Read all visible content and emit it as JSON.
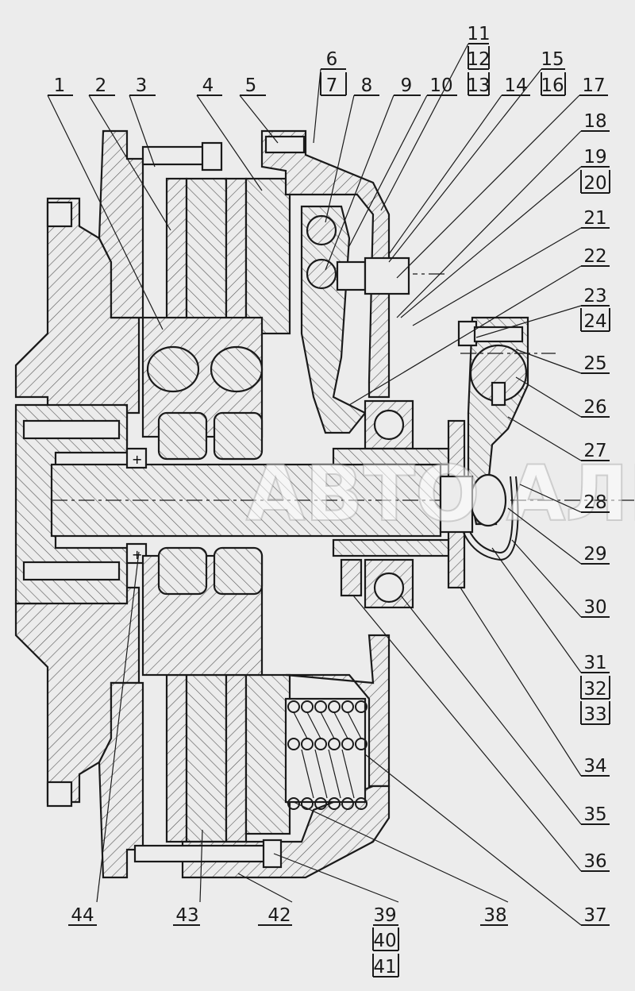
{
  "labels_top": [
    "1",
    "2",
    "3",
    "4",
    "5",
    "6",
    "7",
    "8",
    "9",
    "10",
    "11",
    "12",
    "13",
    "14",
    "15",
    "16",
    "17"
  ],
  "labels_right": [
    "18",
    "19",
    "20",
    "21",
    "22",
    "23",
    "24",
    "25",
    "26",
    "27",
    "28",
    "29",
    "30",
    "31",
    "32",
    "33",
    "34",
    "35",
    "36",
    "37"
  ],
  "labels_bottom": [
    "38",
    "39",
    "40",
    "41",
    "42",
    "43",
    "44"
  ],
  "watermark": "АВТО АЛЬЯНС",
  "colors": {
    "background": "#ececec",
    "ink": "#1a1a1a"
  }
}
